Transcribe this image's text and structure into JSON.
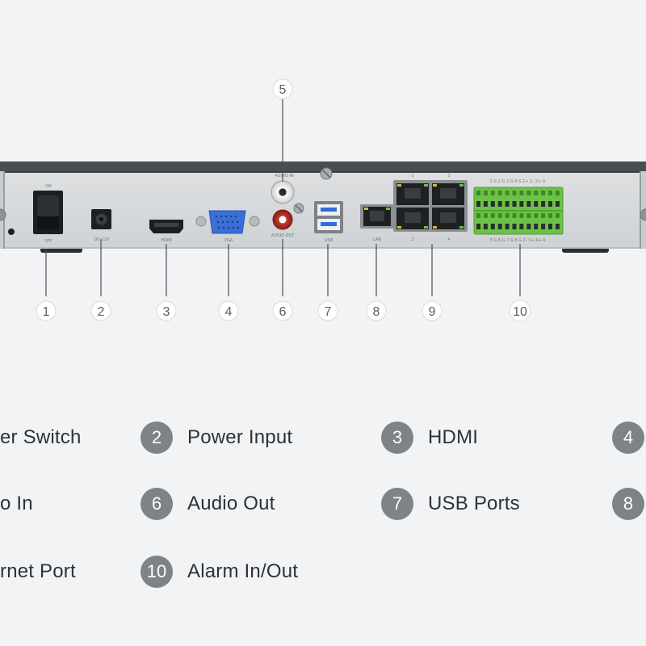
{
  "device": {
    "switch_on": "ON",
    "switch_off": "OFF",
    "dc_label": "DC 12V",
    "hdmi_label": "HDMI",
    "vga_label": "VGA",
    "audio_in_label": "AUDIO IN",
    "audio_out_label": "AUDIO OUT",
    "usb_label": "USB",
    "lan_label": "LAN",
    "poe_top_labels": [
      "1",
      "3"
    ],
    "poe_bottom_labels": [
      "2",
      "4"
    ],
    "alarm_top_label": "1 G 2 G 3 G 4 G 1+ 1- 2+ G",
    "alarm_bottom_label": "5 G 6 G 7 G 8 G 2- 3+ 4+ A"
  },
  "callouts": [
    "1",
    "2",
    "3",
    "4",
    "5",
    "6",
    "7",
    "8",
    "9",
    "10"
  ],
  "legend": {
    "row1": [
      {
        "label": "er Switch"
      },
      {
        "num": "2",
        "label": "Power Input"
      },
      {
        "num": "3",
        "label": "HDMI"
      },
      {
        "num": "4"
      }
    ],
    "row2": [
      {
        "label": "o In"
      },
      {
        "num": "6",
        "label": "Audio Out"
      },
      {
        "num": "7",
        "label": "USB Ports"
      },
      {
        "num": "8"
      }
    ],
    "row3": [
      {
        "label": "rnet Port"
      },
      {
        "num": "10",
        "label": "Alarm In/Out"
      }
    ]
  },
  "colors": {
    "background": "#f2f3f4",
    "chassis": "#d9dbdd",
    "chassis_top": "#4a4e52",
    "badge": "#7e8388",
    "terminal_green": "#6cc247",
    "vga_blue": "#3a6fd8",
    "usb_blue": "#2f6fd6"
  }
}
